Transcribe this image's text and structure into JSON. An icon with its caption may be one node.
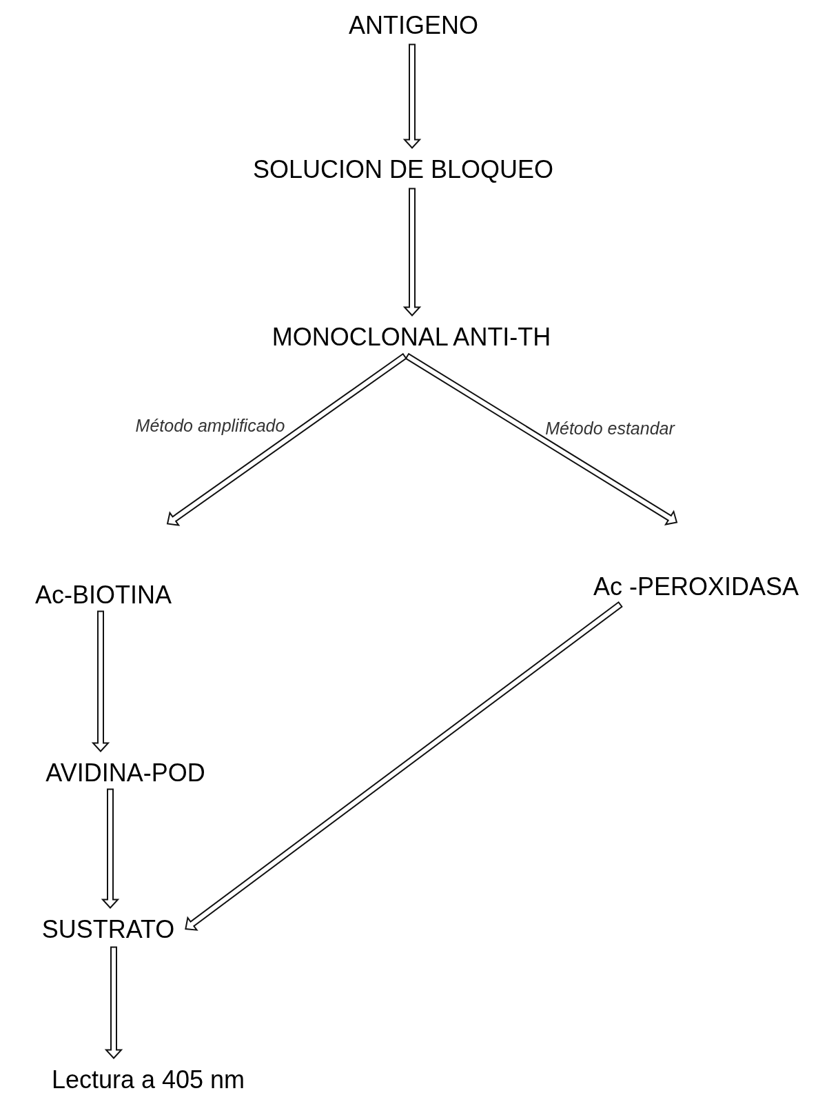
{
  "diagram": {
    "nodes": [
      {
        "text": [
          "ANTIGENO"
        ]
      },
      {
        "text": [
          "SOLUCION DE BLOQUEO"
        ]
      },
      {
        "text": [
          "MONOCLONAL ANTI-TH"
        ]
      },
      {
        "text": [
          "Ac-BIOTINA"
        ]
      },
      {
        "text": [
          "Ac -PEROXIDASA"
        ]
      },
      {
        "text": [
          "AVIDINA-POD"
        ]
      },
      {
        "text": [
          "SUSTRATO"
        ]
      },
      {
        "text": [
          "Lectura a 405 nm"
        ]
      }
    ],
    "edges": [
      {
        "from": 0,
        "to": 1,
        "arrow": "to"
      },
      {
        "from": 1,
        "to": 2,
        "arrow": "to"
      },
      {
        "from": 2,
        "to": 3,
        "arrow": "to",
        "label": "Método amplificado"
      },
      {
        "from": 2,
        "to": 4,
        "arrow": "to",
        "label": "Método estandar"
      },
      {
        "from": 3,
        "to": 5,
        "arrow": "to"
      },
      {
        "from": 5,
        "to": 6,
        "arrow": "to"
      },
      {
        "from": 4,
        "to": 6,
        "arrow": "to"
      },
      {
        "from": 6,
        "to": 7,
        "arrow": "to"
      }
    ]
  }
}
